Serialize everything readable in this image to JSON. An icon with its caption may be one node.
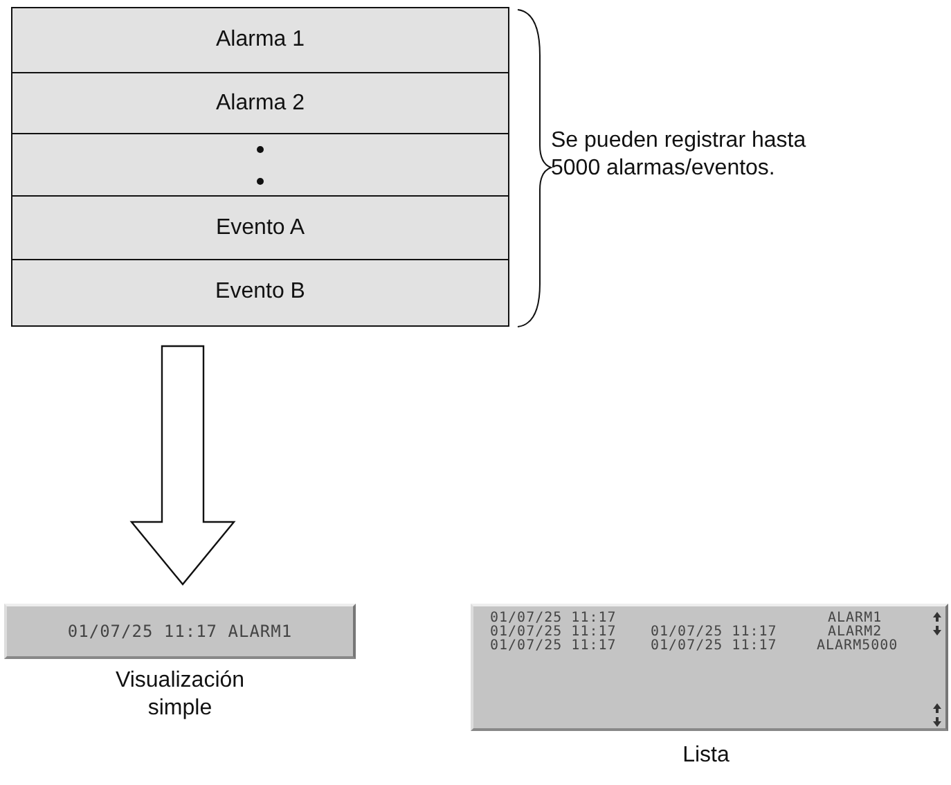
{
  "diagram": {
    "nodes": [
      {
        "text": [],
        "shape": "box"
      },
      {
        "text": [
          "Alarma 1"
        ],
        "in": 0
      },
      {
        "text": [
          "Alarma 2"
        ],
        "in": 0
      },
      {
        "text": [],
        "shape": "box",
        "in": 0
      },
      {
        "text": [
          "Evento A"
        ],
        "in": 0
      },
      {
        "text": [
          "Evento B"
        ],
        "in": 0
      },
      {
        "text": [
          "01/07/25 11:17 ALARM1"
        ],
        "beside": [
          "Visualización simple"
        ]
      },
      {
        "text": [
          "01/07/25 11:17",
          "ALARM1",
          "01/07/25 11:17",
          "01/07/25 11:17",
          "ALARM2",
          "01/07/25 11:17",
          "01/07/25 11:17",
          "ALARM5000"
        ],
        "beside": [
          "Lista"
        ]
      }
    ],
    "edges": [
      {
        "from": 0,
        "to": 6,
        "arrow": "to"
      }
    ],
    "labels": [
      "Se pueden registrar hasta 5000 alarmas/eventos."
    ]
  }
}
